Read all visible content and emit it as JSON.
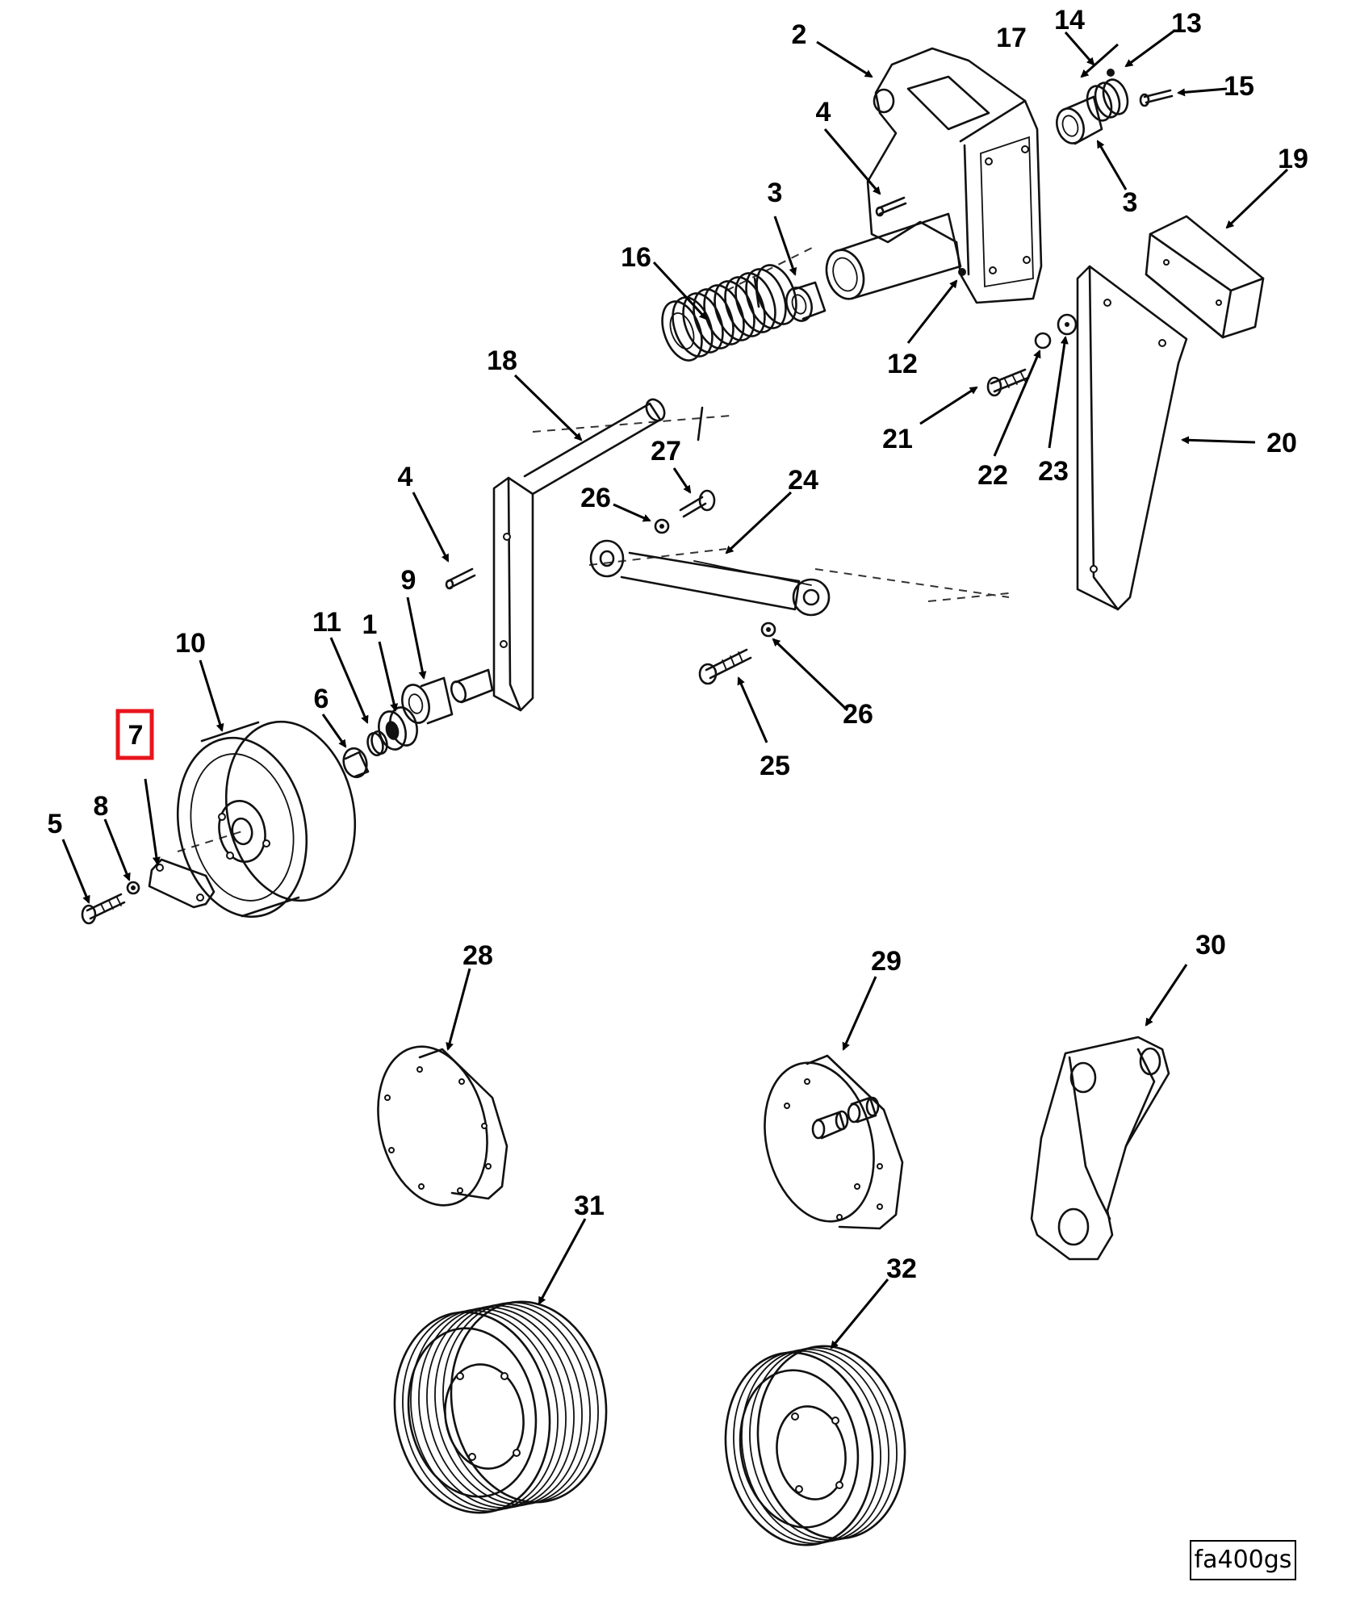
{
  "figure_id": "fa400gs",
  "highlight": {
    "callout": "7",
    "color": "#e8141c"
  },
  "callouts": {
    "c1": "1",
    "c2": "2",
    "c3a": "3",
    "c3b": "3",
    "c4a": "4",
    "c4b": "4",
    "c5": "5",
    "c6": "6",
    "c7": "7",
    "c8": "8",
    "c9": "9",
    "c10": "10",
    "c11": "11",
    "c12": "12",
    "c13": "13",
    "c14": "14",
    "c15": "15",
    "c16": "16",
    "c17": "17",
    "c18": "18",
    "c19": "19",
    "c20": "20",
    "c21": "21",
    "c22": "22",
    "c23": "23",
    "c24": "24",
    "c25": "25",
    "c26a": "26",
    "c26b": "26",
    "c27": "27",
    "c28": "28",
    "c29": "29",
    "c30": "30",
    "c31": "31",
    "c32": "32"
  }
}
